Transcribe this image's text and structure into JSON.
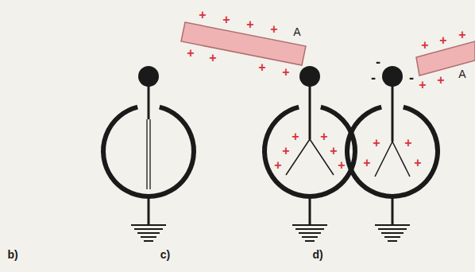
{
  "diagram": {
    "labels": [
      "b)",
      "+",
      "+",
      "+",
      "+",
      "+",
      "+",
      "+",
      "+",
      "A",
      "+",
      "+",
      "+",
      "+",
      "+",
      "+",
      "c)",
      "-",
      "-",
      "-",
      "+",
      "+",
      "+",
      "+",
      "+",
      "A",
      "+",
      "+",
      "+",
      "+",
      "d)"
    ]
  }
}
